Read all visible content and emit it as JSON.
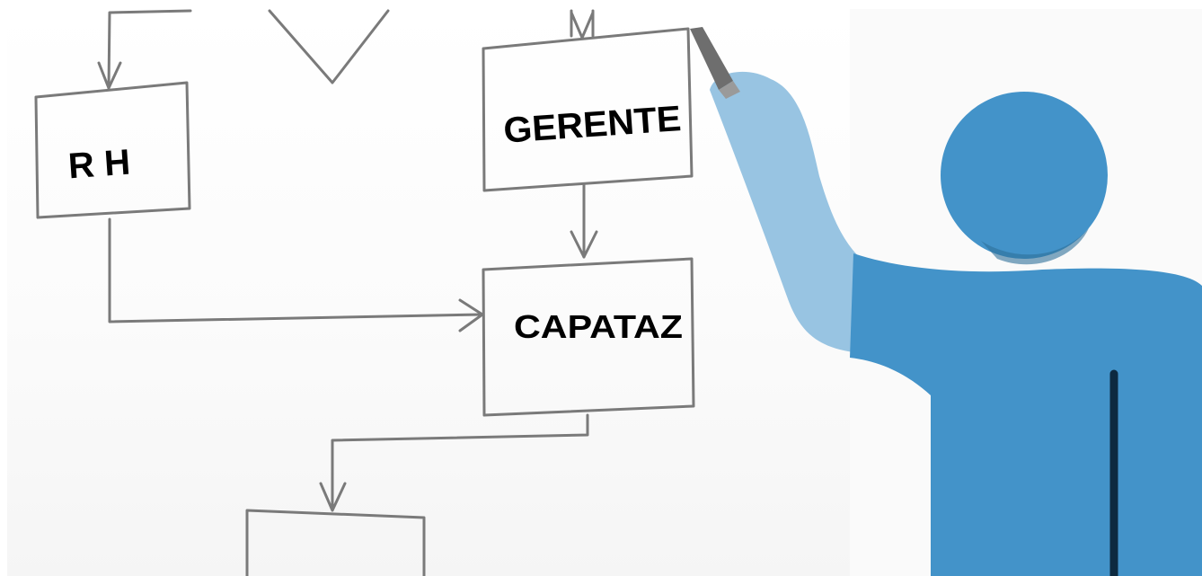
{
  "flowchart": {
    "boxes": {
      "rh": {
        "label": "R H"
      },
      "gerente": {
        "label": "GERENTE"
      },
      "capataz": {
        "label": "CAPATAZ"
      },
      "bottom": {
        "label": ""
      }
    }
  },
  "colors": {
    "figure_blue": "#4393c9",
    "figure_arm_light": "#8fbfe0",
    "line_gray": "#7a7a7a",
    "label_black": "#000000"
  },
  "icons": {
    "person": "person-pointing-icon",
    "marker": "marker-pen-icon"
  }
}
